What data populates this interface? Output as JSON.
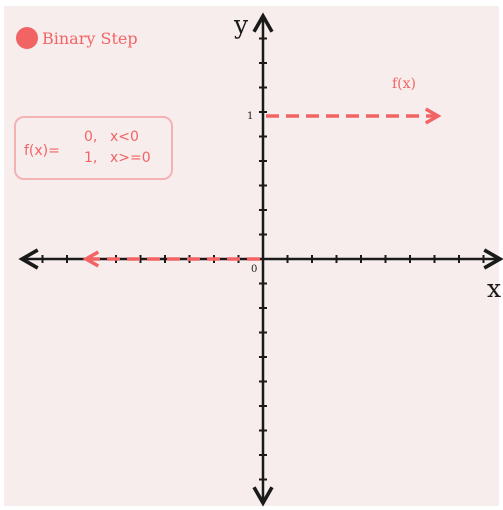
{
  "legend": {
    "label": "Binary Step",
    "color": "#f26464"
  },
  "axes": {
    "x_label": "x",
    "y_label": "y",
    "origin_label": "0",
    "y_tick_one_label": "1"
  },
  "function_label": "f(x)",
  "formula": {
    "lhs": "f(x)=",
    "cases": [
      {
        "value": "0,",
        "condition": "x<0"
      },
      {
        "value": "1,",
        "condition": "x>=0"
      }
    ]
  },
  "colors": {
    "accent": "#f26464",
    "axis": "#1a1a1a",
    "background": "#f7eded"
  }
}
